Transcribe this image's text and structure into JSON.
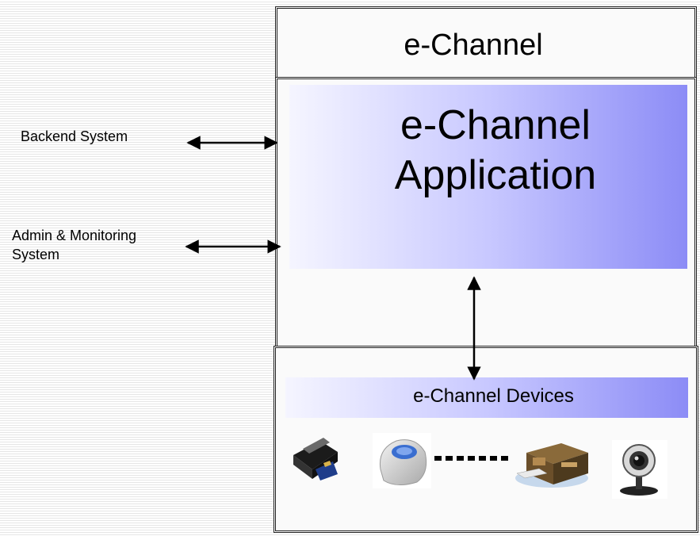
{
  "diagram": {
    "top_title": "e-Channel",
    "app_title_lines": [
      "e-Channel",
      "Application"
    ],
    "devices_label": "e-Channel Devices",
    "side_labels": {
      "backend": "Backend System",
      "admin_lines": [
        "Admin & Monitoring",
        "System"
      ]
    },
    "device_icons": [
      "passbook-printer-icon",
      "fingerprint-scanner-icon",
      "card-reader-icon",
      "webcam-icon"
    ],
    "colors": {
      "gradient_start": "#f5f5ff",
      "gradient_end": "#8c8cf6",
      "frame_border": "#222222",
      "background_stripe": "#e6e6e6"
    }
  }
}
